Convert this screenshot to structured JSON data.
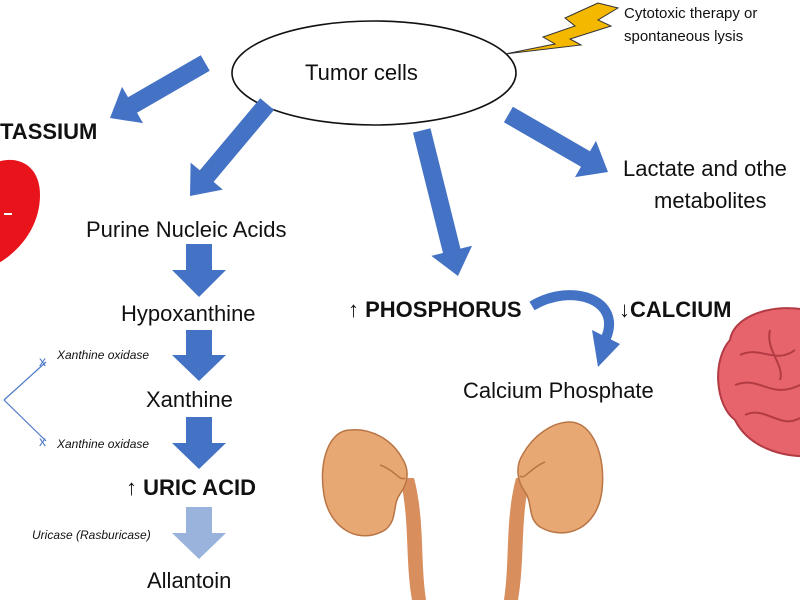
{
  "diagram": {
    "center_node": "Tumor cells",
    "trigger": {
      "line1": "Cytotoxic therapy or",
      "line2": "spontaneous lysis"
    },
    "potassium": "TASSIUM",
    "lactate": {
      "line1": "Lactate and othe",
      "line2": "metabolites"
    },
    "purine_chain": {
      "purine": "Purine Nucleic Acids",
      "hypoxanthine": "Hypoxanthine",
      "xanthine": "Xanthine",
      "uric_acid": "↑ URIC ACID",
      "allantoin": "Allantoin"
    },
    "enzymes": {
      "xanthine_oxidase_1": "Xanthine oxidase",
      "xanthine_oxidase_2": "Xanthine oxidase",
      "uricase": "Uricase (Rasburicase)"
    },
    "inhibition_marks": [
      "x",
      "x"
    ],
    "phosphorus": "↑ PHOSPHORUS",
    "calcium": "↓CALCIUM",
    "calcium_phosphate": "Calcium Phosphate",
    "colors": {
      "arrow_blue": "#4472c4",
      "arrow_light": "#9ab3dd",
      "lightning": "#f5b800",
      "heart": "#e8131b",
      "brain": "#e8646c",
      "kidney": "#e7a873",
      "enzyme_line": "#4a78c8"
    }
  }
}
